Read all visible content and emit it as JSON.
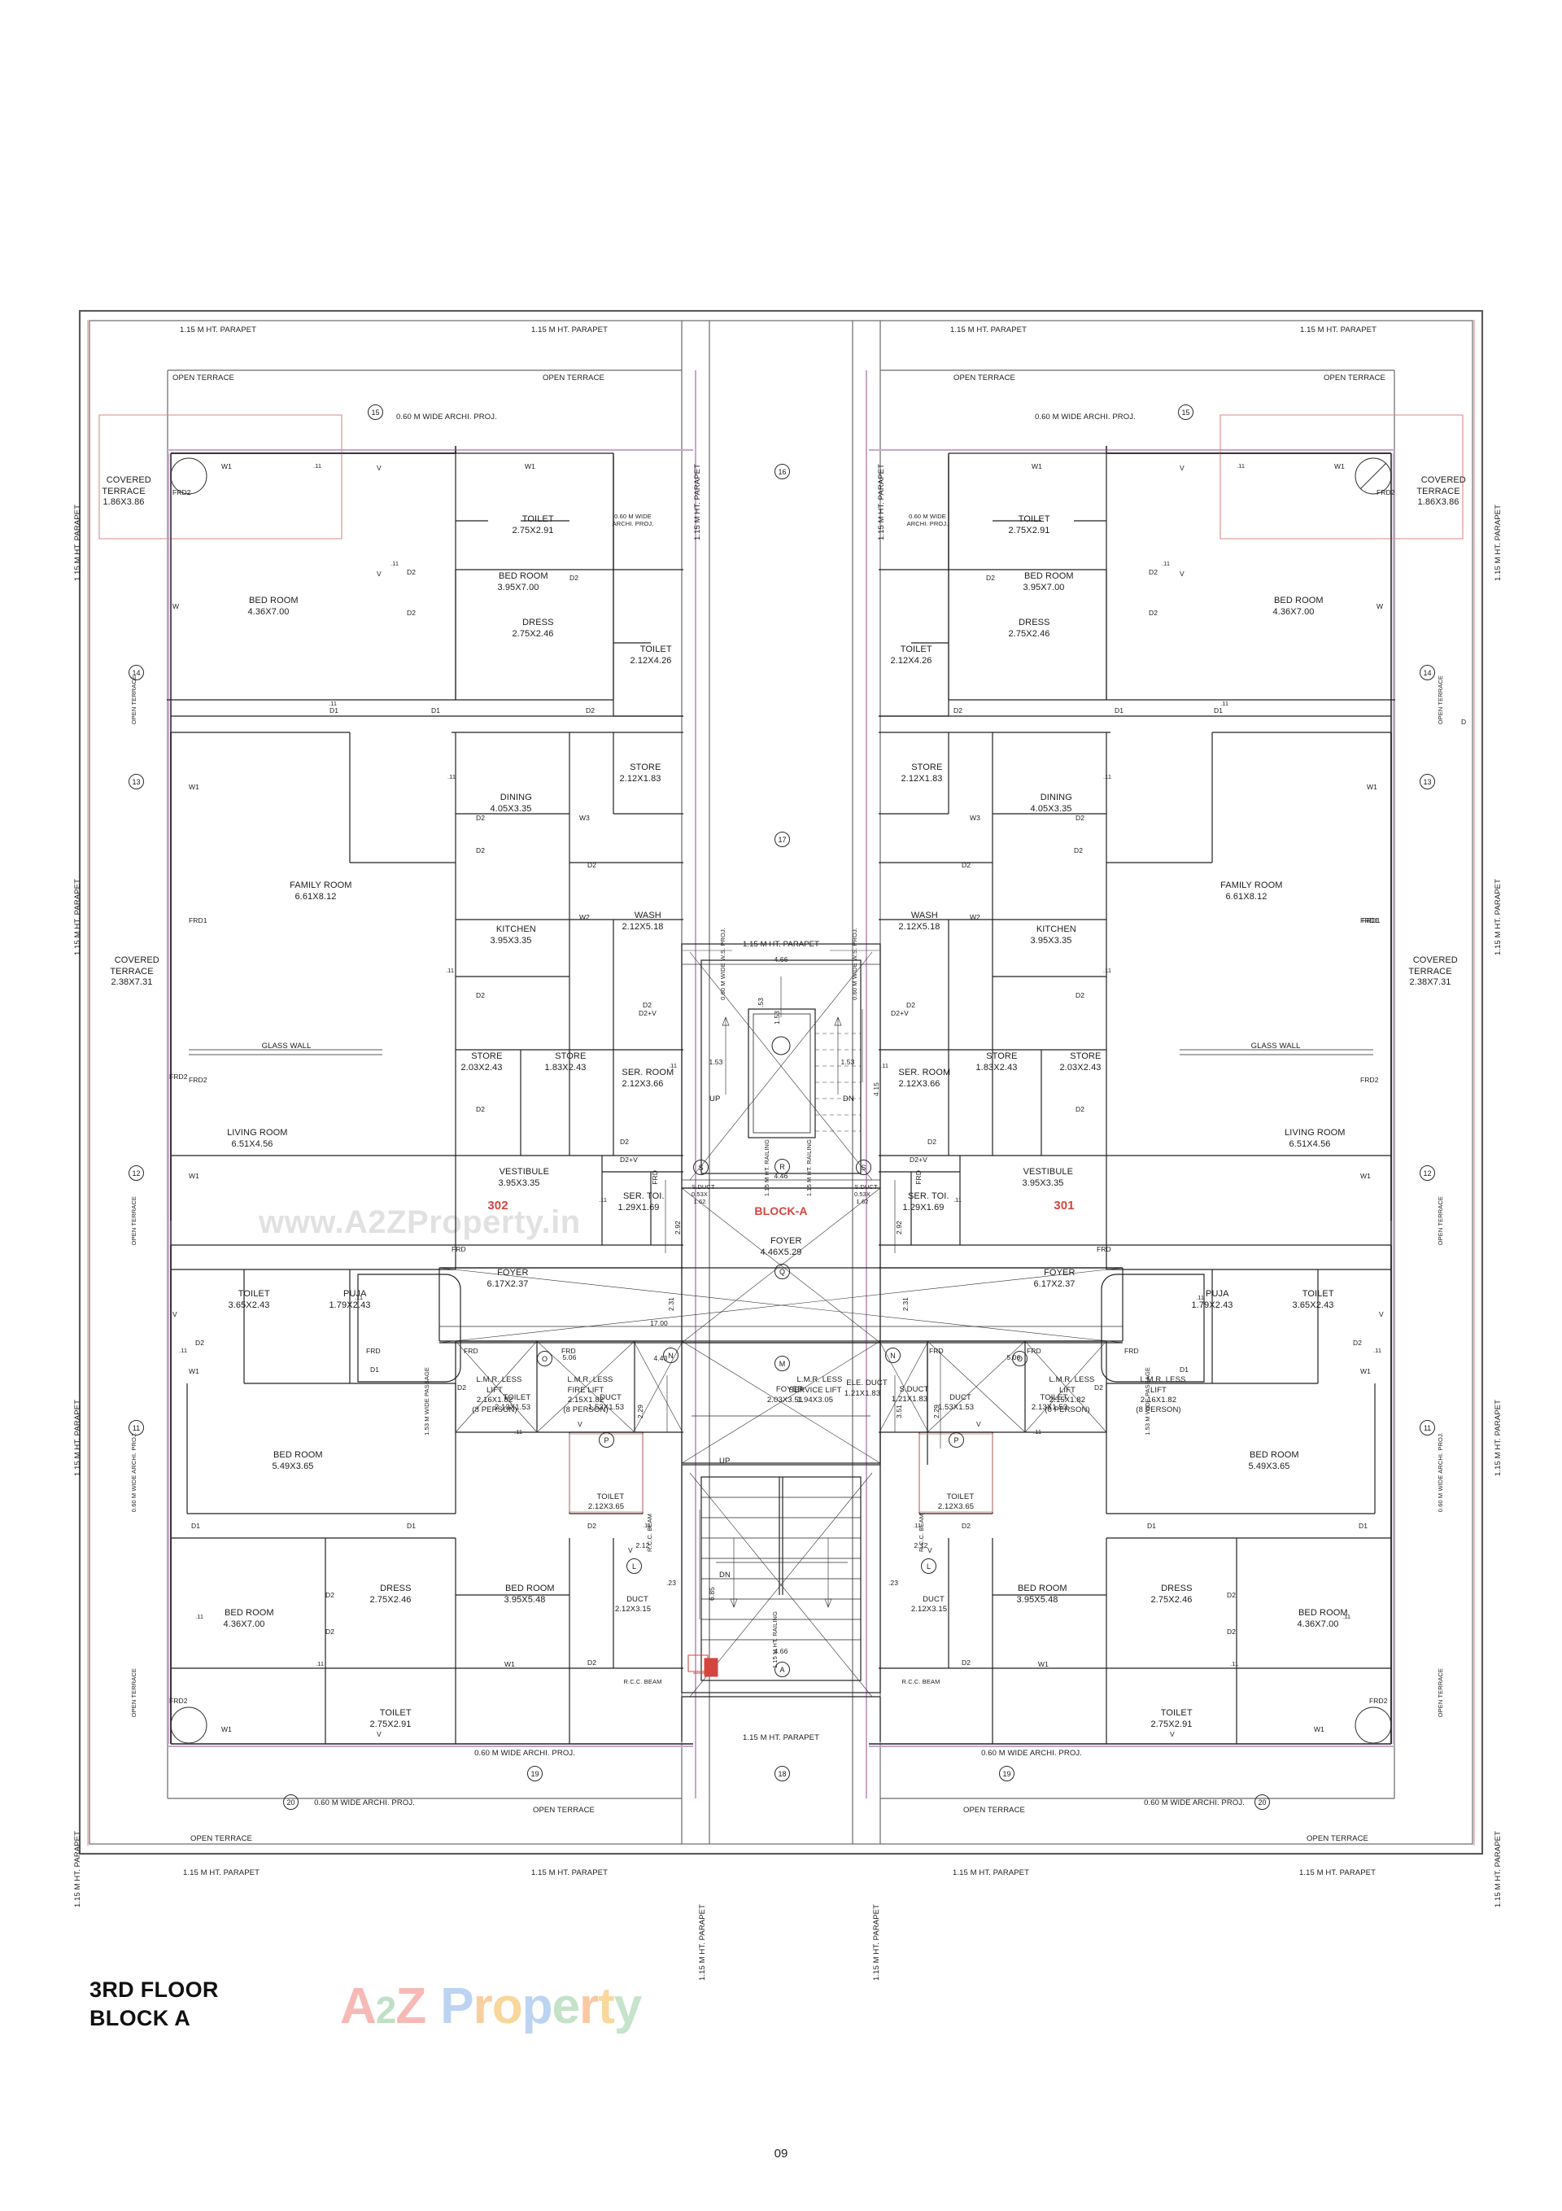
{
  "sheet": {
    "title_line1": "3RD FLOOR",
    "title_line2": "BLOCK A",
    "page_number": "09",
    "watermark_text": "A2Z Property",
    "watermark_url": "www.A2ZProperty.in",
    "block_label": "BLOCK-A",
    "unit_left": "302",
    "unit_right": "301",
    "accent_red": "#d4453f",
    "wall_gray": "#58585c",
    "wall_pink": "#c9a7c9",
    "wall_red": "#d98b8b"
  },
  "parapet": {
    "label": "1.15 M HT. PARAPET",
    "railing": "1.15 M HT. RAILING",
    "open_terrace": "OPEN TERRACE",
    "archi_proj_060": "0.60 M WIDE ARCHI. PROJ.",
    "archi_proj_060_2line": "0.60 M WIDE\nARCHI. PROJ.",
    "ws_proj_060": "0.60 M WIDE W.S. PROJ.",
    "passage_153": "1.53 M WIDE PASSAGE",
    "archi_proj_vert": "0.60 M WIDE ARCHI. PROJ.",
    "rcc_beam": "R.C.C. BEAM",
    "glass_wall": "GLASS WALL"
  },
  "rooms_left": [
    {
      "name": "COVERED\nTERRACE",
      "size": "1.86X3.86"
    },
    {
      "name": "BED ROOM",
      "size": "4.36X7.00"
    },
    {
      "name": "TOILET",
      "size": "2.75X2.91"
    },
    {
      "name": "DRESS",
      "size": "2.75X2.46"
    },
    {
      "name": "TOILET",
      "size": "2.12X4.26"
    },
    {
      "name": "STORE",
      "size": "2.12X1.83"
    },
    {
      "name": "DINING",
      "size": "4.05X3.35"
    },
    {
      "name": "FAMILY ROOM",
      "size": "6.61X8.12"
    },
    {
      "name": "KITCHEN",
      "size": "3.95X3.35"
    },
    {
      "name": "WASH",
      "size": "2.12X5.18"
    },
    {
      "name": "COVERED\nTERRACE",
      "size": "2.38X7.31"
    },
    {
      "name": "STORE",
      "size": "2.03X2.43"
    },
    {
      "name": "STORE",
      "size": "1.83X2.43"
    },
    {
      "name": "SER. ROOM",
      "size": "2.12X3.66"
    },
    {
      "name": "LIVING ROOM",
      "size": "6.51X4.56"
    },
    {
      "name": "VESTIBULE",
      "size": "3.95X3.35"
    },
    {
      "name": "SER. TOI.",
      "size": "1.29X1.69"
    },
    {
      "name": "S.DUCT",
      "size": "0.53X\n1.62"
    },
    {
      "name": "FOYER",
      "size": "6.17X2.37"
    },
    {
      "name": "TOILET",
      "size": "3.65X2.43"
    },
    {
      "name": "PUJA",
      "size": "1.79X2.43"
    },
    {
      "name": "BED ROOM",
      "size": "5.49X3.65"
    },
    {
      "name": "BED ROOM",
      "size": "4.36X7.00"
    },
    {
      "name": "DRESS",
      "size": "2.75X2.46"
    },
    {
      "name": "BED ROOM",
      "size": "3.95X5.48"
    },
    {
      "name": "TOILET",
      "size": "2.75X2.91"
    },
    {
      "name": "TOILET",
      "size": "2.13X1.53"
    },
    {
      "name": "DUCT",
      "size": "1.53X1.53"
    },
    {
      "name": "TOILET",
      "size": "2.12X3.65"
    },
    {
      "name": "DUCT",
      "size": "2.12X3.15"
    },
    {
      "name": "S.DUCT",
      "size": "1.21X1.83"
    },
    {
      "name": "BED ROOM",
      "size": "3.95X7.00"
    }
  ],
  "core": {
    "foyer_center": {
      "name": "FOYER",
      "size": "4.46X5.29"
    },
    "service_lift": {
      "name": "L.M.R. LESS\nSERVICE LIFT",
      "size": "1.94X3.05"
    },
    "lift_left": {
      "name": "L.M.R. LESS\nLIFT",
      "size": "2.16X1.82",
      "cap": "(8 PERSON)"
    },
    "fire_lift": {
      "name": "L.M.R. LESS\nFIRE LIFT",
      "size": "2.15X1.82",
      "cap": "(8 PERSON)"
    },
    "lift_right_inner": {
      "name": "L.M.R. LESS\nLIFT",
      "size": "2.15X1.82",
      "cap": "(8 PERSON)"
    },
    "lift_right_outer": {
      "name": "L.M.R. LESS\nLIFT",
      "size": "2.16X1.82",
      "cap": "(8 PERSON)"
    },
    "ele_duct": {
      "name": "ELE. DUCT",
      "size": "1.21X1.83"
    },
    "s_duct": {
      "name": "S.DUCT",
      "size": "1.21X1.83"
    },
    "foyer_small": {
      "name": "FOYER",
      "size": "2.03X3.51"
    },
    "up": "UP",
    "dn": "DN"
  },
  "dims": [
    "4.66",
    "1.53",
    "4.15",
    "1.53",
    "1.53",
    "4.46",
    "2.92",
    "2.37",
    "17.00",
    "5.06",
    "2.29",
    "4.43",
    "3.51",
    "6.85",
    "2.12",
    "2.12",
    ".23",
    ".23",
    "4.66",
    "2.31",
    ".11",
    ".53"
  ],
  "doors": [
    "D",
    "D1",
    "D2",
    "D2+V",
    "V",
    "W",
    "W1",
    "W2",
    "W3",
    "FRD",
    "FRD1",
    "FRD2"
  ],
  "circle_markers_left": [
    "11",
    "12",
    "13",
    "14",
    "15",
    "19",
    "20"
  ],
  "circle_markers_right": [
    "11",
    "12",
    "13",
    "14",
    "15",
    "19",
    "20"
  ],
  "circle_markers_center": [
    "16",
    "17",
    "18",
    "A",
    "Q",
    "R",
    "L",
    "M",
    "N",
    "O",
    "P",
    "S"
  ],
  "elev_ticks": [
    ".11",
    ".11",
    ".11",
    ".11"
  ]
}
